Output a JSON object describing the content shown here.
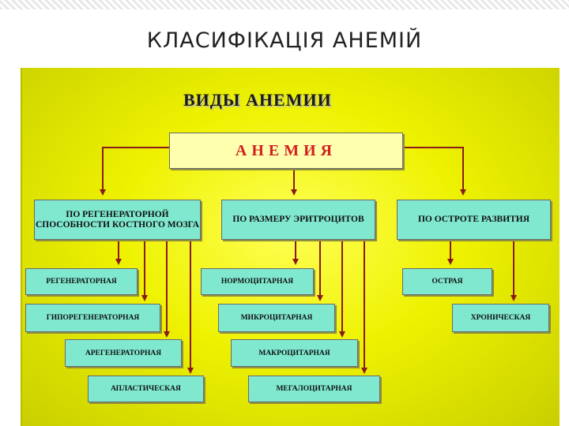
{
  "slide_title": "КЛАСИФІКАЦІЯ АНЕМІЙ",
  "heading": "ВИДЫ АНЕМИИ",
  "root": "АНЕМИЯ",
  "categories": [
    {
      "label": "ПО РЕГЕНЕРАТОРНОЙ СПОСОБНОСТИ КОСТНОГО МОЗГА",
      "items": [
        "РЕГЕНЕРАТОРНАЯ",
        "ГИПОРЕГЕНЕРАТОРНАЯ",
        "АРЕГЕНЕРАТОРНАЯ",
        "АПЛАСТИЧЕСКАЯ"
      ]
    },
    {
      "label": "ПО РАЗМЕРУ ЭРИТРОЦИТОВ",
      "items": [
        "НОРМОЦИТАРНАЯ",
        "МИКРОЦИТАРНАЯ",
        "МАКРОЦИТАРНАЯ",
        "МЕГАЛОЦИТАРНАЯ"
      ]
    },
    {
      "label": "ПО ОСТРОТЕ РАЗВИТИЯ",
      "items": [
        "ОСТРАЯ",
        "ХРОНИЧЕСКАЯ"
      ]
    }
  ],
  "colors": {
    "box_fill": "#7fe8cf",
    "root_fill": "#ffffb0",
    "root_text": "#d22020",
    "arrow": "#8b1a1a",
    "panel": "#eef200"
  }
}
